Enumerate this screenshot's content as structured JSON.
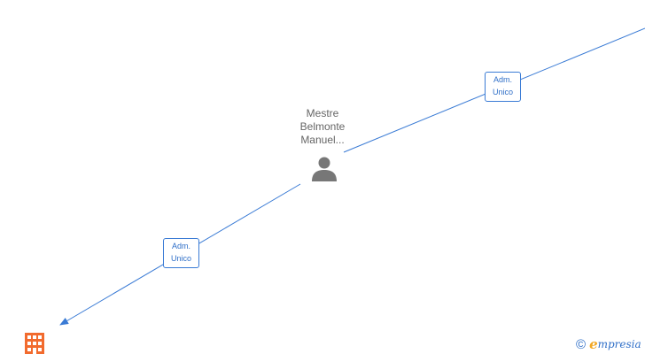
{
  "person": {
    "name_lines": [
      "Mestre",
      "Belmonte",
      "Manuel..."
    ],
    "icon": "person-icon"
  },
  "edges": [
    {
      "label_lines": [
        "Adm.",
        "Unico"
      ]
    },
    {
      "label_lines": [
        "Adm.",
        "Unico"
      ]
    }
  ],
  "company": {
    "icon": "building-icon"
  },
  "brand": {
    "copyright": "©",
    "initial": "e",
    "rest": "mpresia"
  },
  "colors": {
    "edge": "#3a7bd5",
    "label_text": "#2f6fc8",
    "person": "#777777",
    "company": "#f26b2e",
    "brand_accent": "#f2a825"
  }
}
